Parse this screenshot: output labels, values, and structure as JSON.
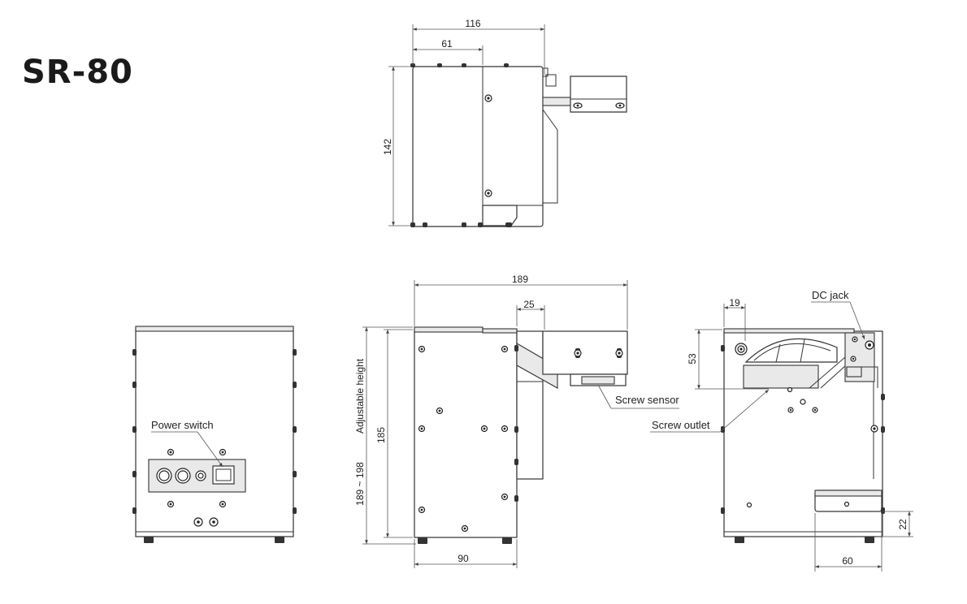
{
  "title": "SR-80",
  "dimensions": {
    "top_width": "116",
    "top_inner_width": "61",
    "top_height": "142",
    "side_width": "189",
    "side_chute": "25",
    "side_height": "185",
    "side_adjustable_range": "189 ~ 198",
    "side_adjustable_label": "Adjustable height",
    "side_base": "90",
    "rear_offset": "19",
    "rear_hopper": "53",
    "rear_outlet_height": "22",
    "rear_outlet_width": "60"
  },
  "labels": {
    "power_switch": "Power switch",
    "screw_sensor": "Screw sensor",
    "screw_outlet": "Screw outlet",
    "dc_jack": "DC jack"
  }
}
